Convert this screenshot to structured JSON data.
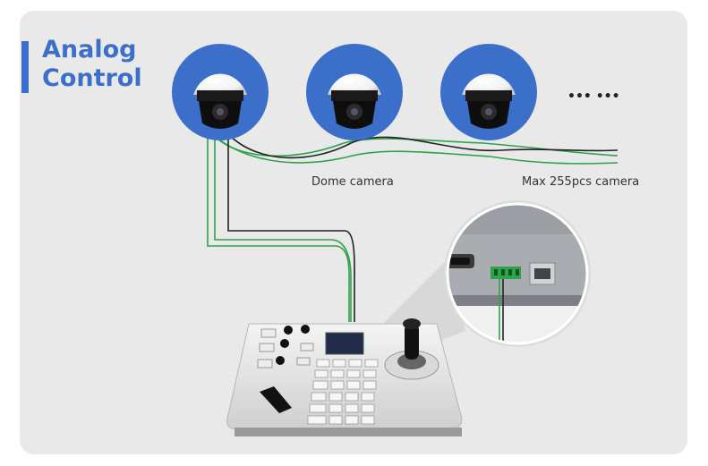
{
  "title": {
    "line1": "Analog",
    "line2": "Control"
  },
  "labels": {
    "dome_camera": "Dome camera",
    "max_cameras": "Max 255pcs camera",
    "continuation": "••• •••"
  },
  "colors": {
    "accent_blue": "#3b6fc9",
    "wire_green": "#2fa34a",
    "wire_black": "#222222",
    "panel_bg": "#e9e9e9"
  },
  "cameras": [
    {
      "name": "dome-camera-1"
    },
    {
      "name": "dome-camera-2"
    },
    {
      "name": "dome-camera-3"
    }
  ]
}
